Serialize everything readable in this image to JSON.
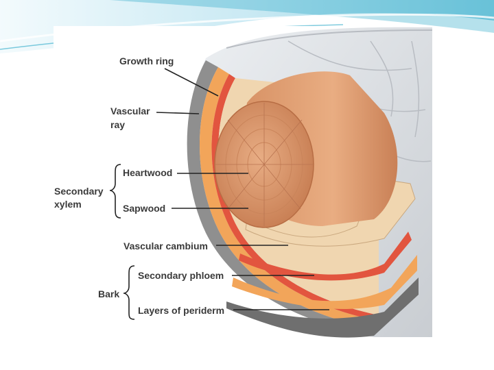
{
  "labels": {
    "growth_ring": "Growth ring",
    "vascular_ray_line1": "Vascular",
    "vascular_ray_line2": "ray",
    "heartwood": "Heartwood",
    "secondary_xylem_line1": "Secondary",
    "secondary_xylem_line2": "xylem",
    "sapwood": "Sapwood",
    "vascular_cambium": "Vascular cambium",
    "secondary_phloem": "Secondary phloem",
    "bark": "Bark",
    "layers_of_periderm": "Layers of periderm"
  },
  "colors": {
    "header_teal": "#2aa8c8",
    "header_light": "#bfe6f2",
    "heartwood": "#d8956a",
    "sapwood": "#f0d6b0",
    "cambium": "#e2553f",
    "phloem": "#f2a55a",
    "periderm": "#9a9a9a",
    "bark": "#dcdfe3"
  }
}
